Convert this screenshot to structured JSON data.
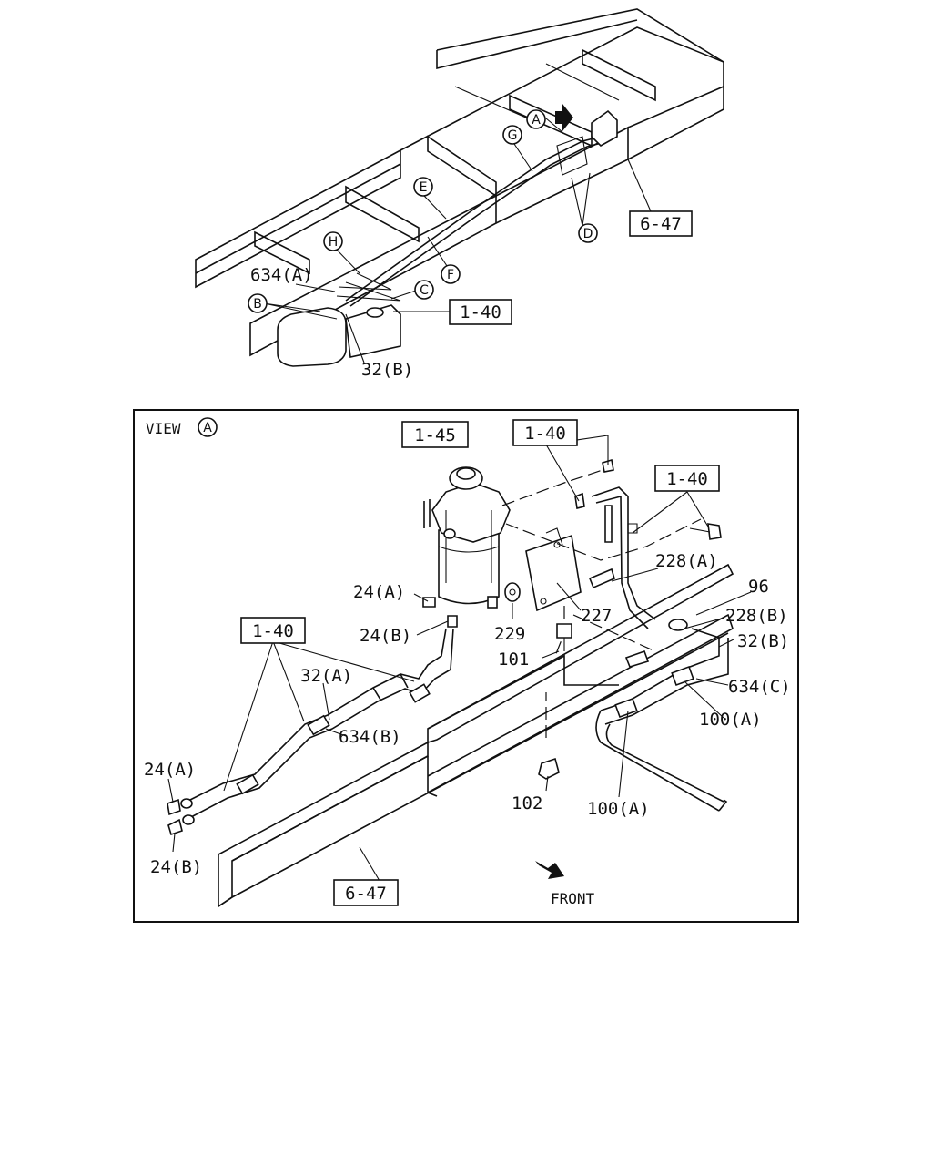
{
  "top_view": {
    "labels": {
      "a": "A",
      "g": "G",
      "e": "E",
      "h": "H",
      "f": "F",
      "d": "D",
      "c": "C",
      "b": "B",
      "p634a": "634(A)",
      "p32b": "32(B)"
    },
    "refs": {
      "r647": "6-47",
      "r140": "1-40"
    }
  },
  "view_a": {
    "title": "VIEW",
    "title_circle": "A",
    "refs": {
      "r145": "1-45",
      "r140_top": "1-40",
      "r140_right": "1-40",
      "r140_left": "1-40",
      "r647": "6-47"
    },
    "labels": {
      "p228a": "228(A)",
      "p96": "96",
      "p24a_top": "24(A)",
      "p227": "227",
      "p228b": "228(B)",
      "p24b_top": "24(B)",
      "p229": "229",
      "p32b": "32(B)",
      "p101": "101",
      "p32a": "32(A)",
      "p634c": "634(C)",
      "p634b": "634(B)",
      "p100a_right": "100(A)",
      "p24a_left": "24(A)",
      "p102": "102",
      "p100a_bottom": "100(A)",
      "p24b_left": "24(B)",
      "front": "FRONT"
    }
  }
}
